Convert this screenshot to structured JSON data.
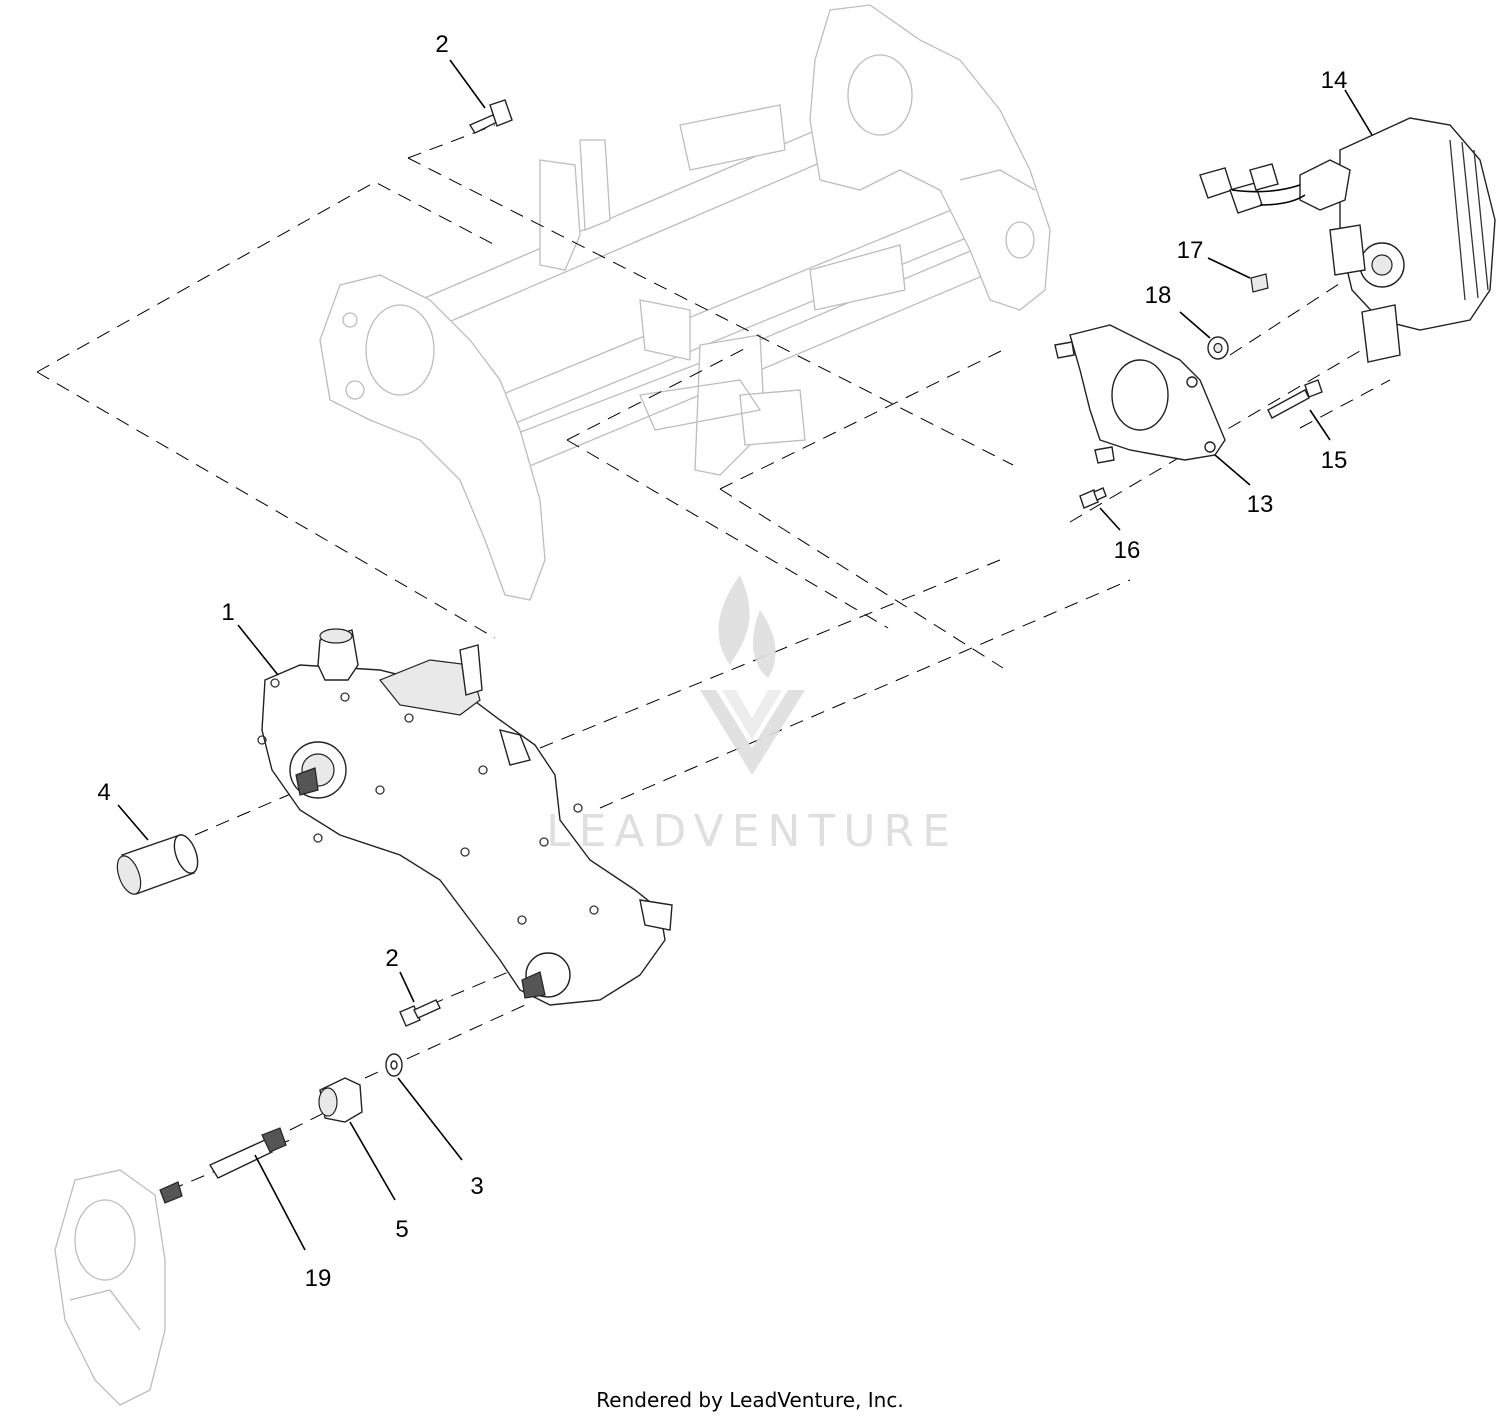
{
  "callouts": {
    "c1": "1",
    "c2_top": "2",
    "c2_bottom": "2",
    "c3": "3",
    "c4": "4",
    "c5": "5",
    "c13": "13",
    "c14": "14",
    "c15": "15",
    "c16": "16",
    "c17": "17",
    "c18": "18",
    "c19": "19"
  },
  "watermark": {
    "text": "LEADVENTURE",
    "icon": "flame-v-logo"
  },
  "footer": {
    "text": "Rendered by LeadVenture, Inc."
  }
}
